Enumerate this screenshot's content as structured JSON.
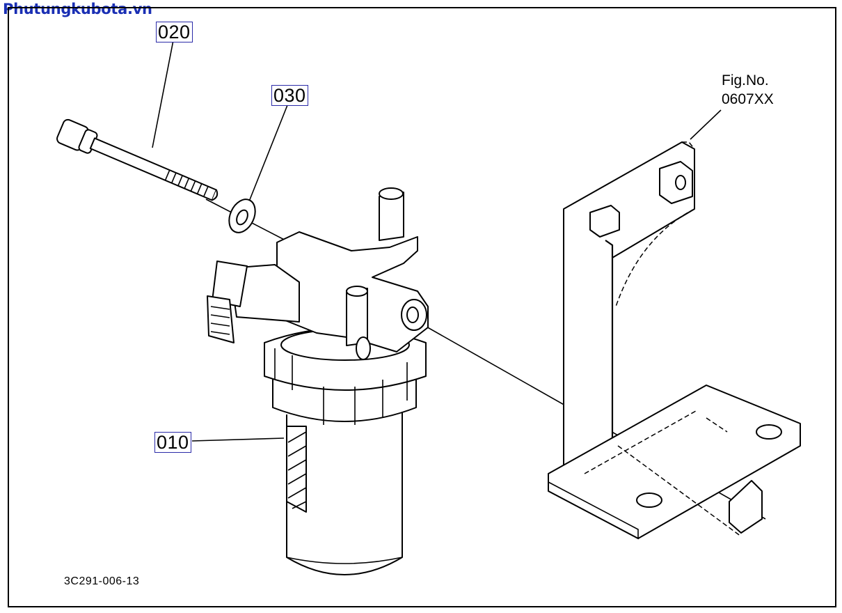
{
  "header": {
    "site_title": "Phutungkubota.vn"
  },
  "callouts": {
    "part_020": "020",
    "part_030": "030",
    "part_010": "010"
  },
  "figure": {
    "fig_label": "Fig.No.",
    "fig_number": "0607XX",
    "drawing_id": "3C291-006-13"
  },
  "colors": {
    "site_title": "#1a2fb4",
    "callout_border": "#2a2aa8",
    "ink": "#000000"
  },
  "icons": {
    "exploded_view": "fuel-filter-assembly-drawing"
  }
}
